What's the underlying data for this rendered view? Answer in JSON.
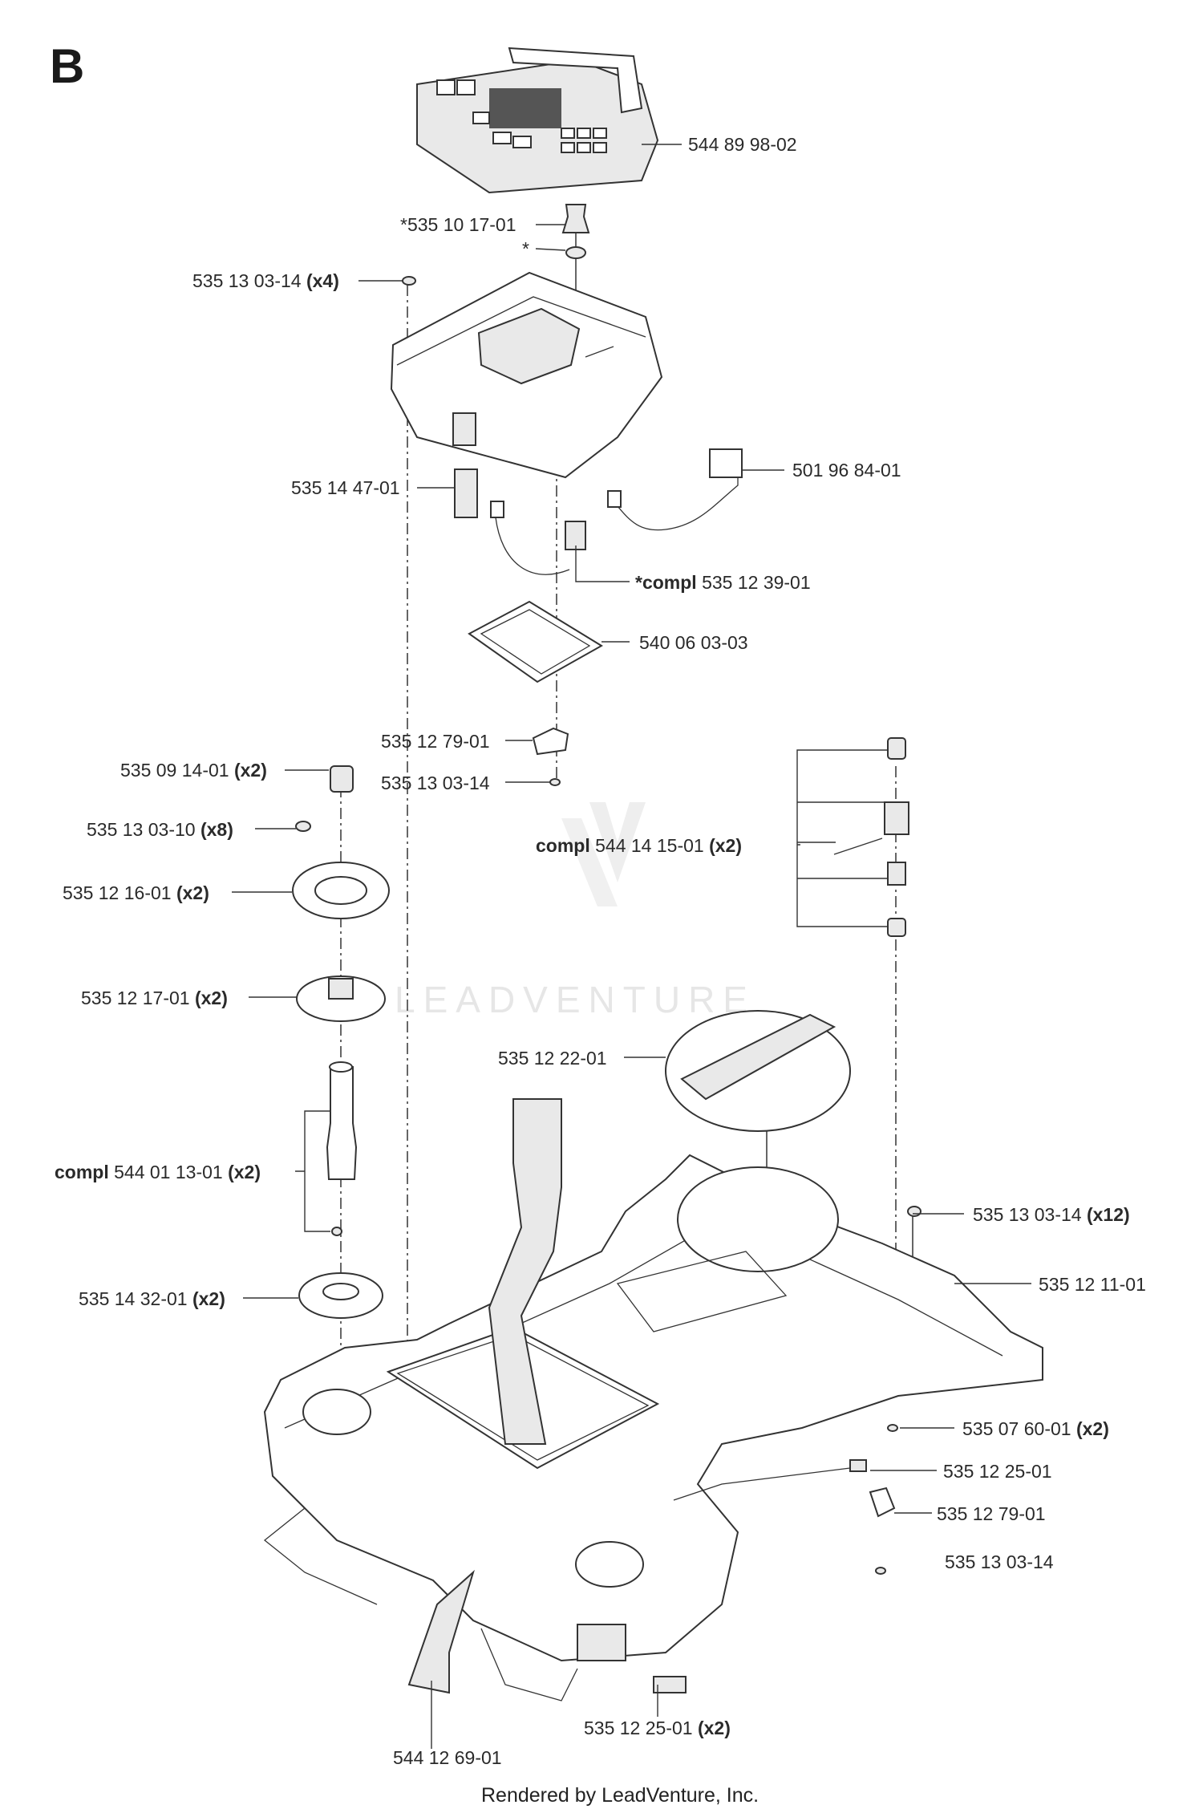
{
  "section_letter": "B",
  "watermark": "LEADVENTURE",
  "footer": "Rendered by LeadVenture, Inc.",
  "labels": [
    {
      "pre": "",
      "num": "544 89 98-02",
      "post": ""
    },
    {
      "pre": "",
      "num": "*535 10 17-01",
      "post": ""
    },
    {
      "pre": "",
      "num": "*",
      "post": ""
    },
    {
      "pre": "",
      "num": "535 13 03-14 ",
      "post": "(x4)"
    },
    {
      "pre": "",
      "num": "501 96 84-01",
      "post": ""
    },
    {
      "pre": "",
      "num": "535 14 47-01",
      "post": ""
    },
    {
      "pre": "*compl ",
      "num": "535 12 39-01",
      "post": ""
    },
    {
      "pre": "",
      "num": "540 06 03-03",
      "post": ""
    },
    {
      "pre": "",
      "num": "535 12 79-01",
      "post": ""
    },
    {
      "pre": "",
      "num": "535 13 03-14",
      "post": ""
    },
    {
      "pre": "",
      "num": "535 09 14-01 ",
      "post": "(x2)"
    },
    {
      "pre": "",
      "num": "535 13 03-10 ",
      "post": "(x8)"
    },
    {
      "pre": "compl ",
      "num": "544 14 15-01 ",
      "post": "(x2)"
    },
    {
      "pre": "",
      "num": "535 12 16-01 ",
      "post": "(x2)"
    },
    {
      "pre": "",
      "num": "535 12 17-01 ",
      "post": "(x2)"
    },
    {
      "pre": "",
      "num": "535 12 22-01",
      "post": ""
    },
    {
      "pre": "compl ",
      "num": "544 01 13-01 ",
      "post": "(x2)"
    },
    {
      "pre": "",
      "num": "535 13 03-14 ",
      "post": "(x12)"
    },
    {
      "pre": "",
      "num": "535 12 11-01",
      "post": ""
    },
    {
      "pre": "",
      "num": "535 14 32-01 ",
      "post": "(x2)"
    },
    {
      "pre": "",
      "num": "535 07 60-01 ",
      "post": "(x2)"
    },
    {
      "pre": "",
      "num": "535 12 25-01",
      "post": ""
    },
    {
      "pre": "",
      "num": "535 12 79-01",
      "post": ""
    },
    {
      "pre": "",
      "num": "535 13 03-14",
      "post": ""
    },
    {
      "pre": "",
      "num": "535 12 25-01 ",
      "post": "(x2)"
    },
    {
      "pre": "",
      "num": "544 12 69-01",
      "post": ""
    }
  ]
}
